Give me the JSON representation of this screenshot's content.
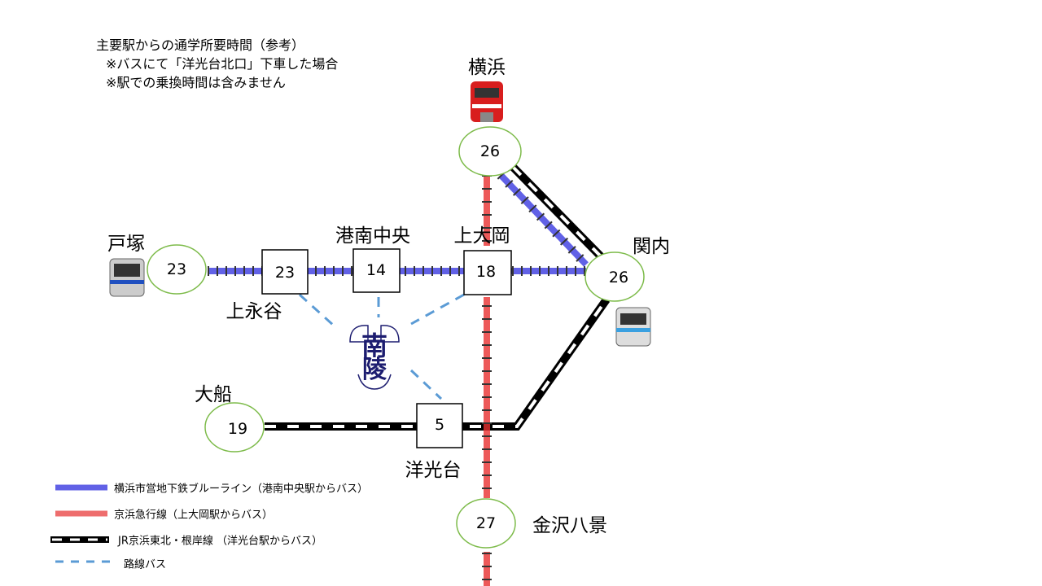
{
  "notes": {
    "title": "主要駅からの通学所要時間（参考）",
    "line1": "※バスにて「洋光台北口」下車した場合",
    "line2": "※駅での乗換時間は含みません"
  },
  "stations": {
    "yokohama": {
      "name": "横浜",
      "minutes": "26"
    },
    "kannai": {
      "name": "関内",
      "minutes": "26"
    },
    "totsuka": {
      "name": "戸塚",
      "minutes": "23"
    },
    "kaminagaya": {
      "name": "上永谷",
      "minutes": "23"
    },
    "konanchuo": {
      "name": "港南中央",
      "minutes": "14"
    },
    "kamiooka": {
      "name": "上大岡",
      "minutes": "18"
    },
    "ofuna": {
      "name": "大船",
      "minutes": "19"
    },
    "yokodai": {
      "name": "洋光台",
      "minutes": "5"
    },
    "kanazawahakkei": {
      "name": "金沢八景",
      "minutes": "27"
    }
  },
  "legend": [
    {
      "label": "横浜市営地下鉄ブルーライン（港南中央駅からバス）",
      "color": "#3a3ae0"
    },
    {
      "label": "京浜急行線（上大岡駅からバス）",
      "color": "#e83030"
    },
    {
      "label": "JR京浜東北・根岸線 （洋光台駅からバス）",
      "color": "#000000"
    },
    {
      "label": "路線バス",
      "color": "#5b9bd5"
    }
  ],
  "logo": {
    "text": "南陵"
  }
}
